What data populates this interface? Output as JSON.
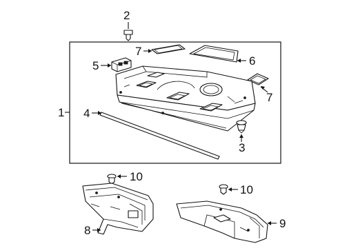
{
  "diagram": {
    "callouts": {
      "c1": "1",
      "c2": "2",
      "c3": "3",
      "c4": "4",
      "c5": "5",
      "c6": "6",
      "c7a": "7",
      "c7b": "7",
      "c8": "8",
      "c9": "9",
      "c10a": "10",
      "c10b": "10"
    }
  }
}
